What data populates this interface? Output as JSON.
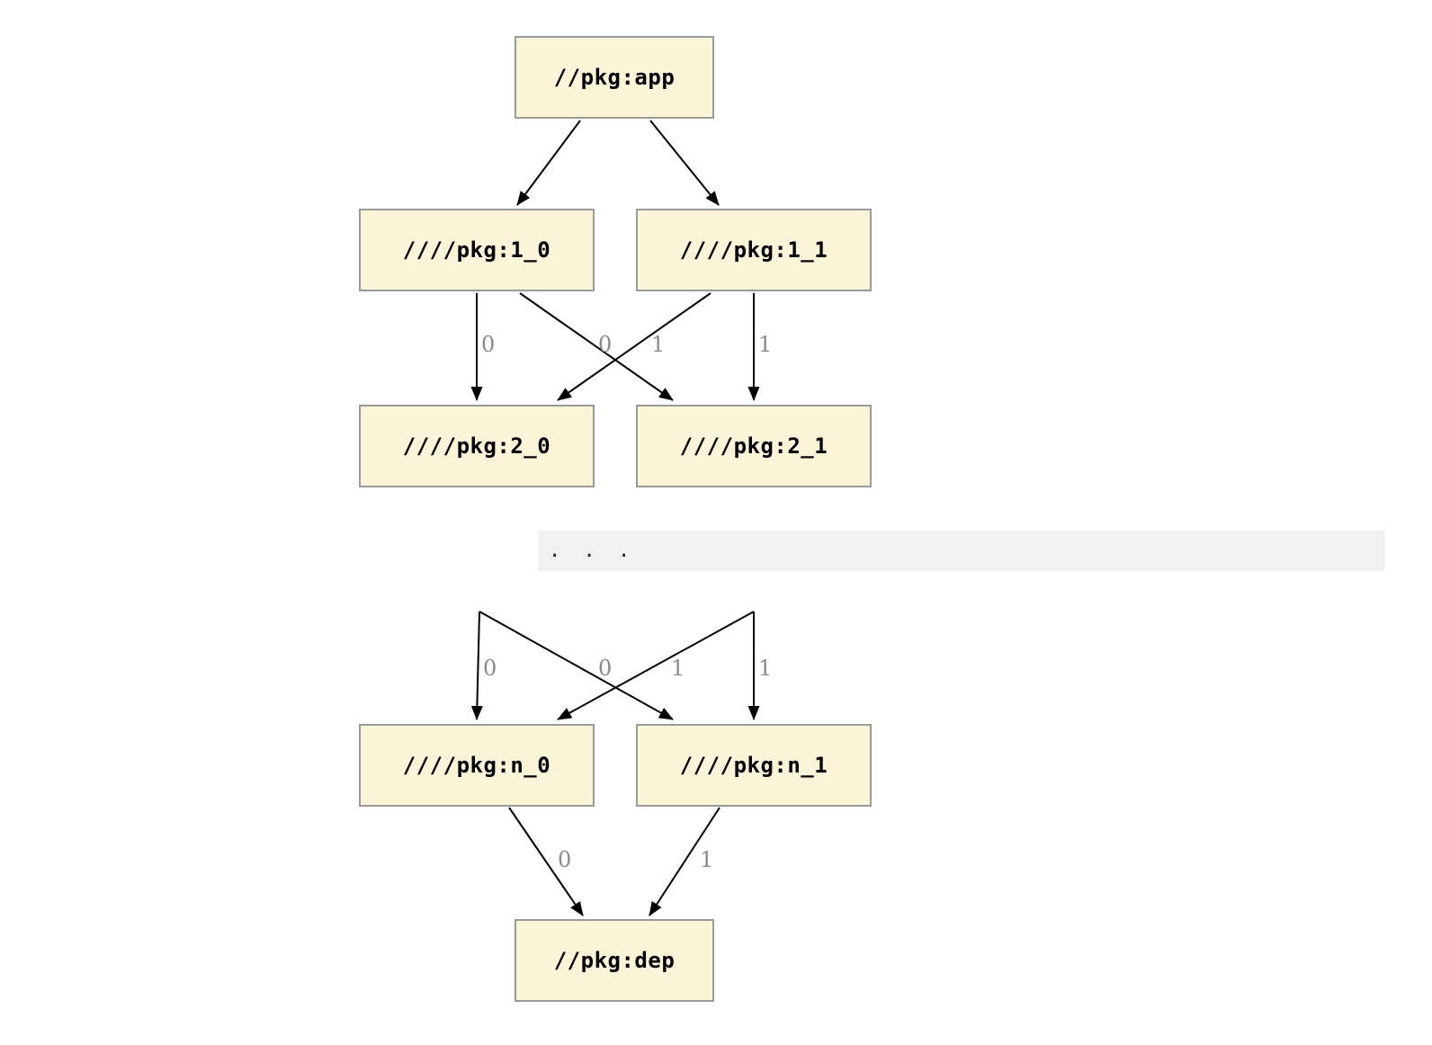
{
  "diagram": {
    "nodes": {
      "app": {
        "label": "//pkg:app"
      },
      "pkg1_0": {
        "label": "////pkg:1_0"
      },
      "pkg1_1": {
        "label": "////pkg:1_1"
      },
      "pkg2_0": {
        "label": "////pkg:2_0"
      },
      "pkg2_1": {
        "label": "////pkg:2_1"
      },
      "pkgn_0": {
        "label": "////pkg:n_0"
      },
      "pkgn_1": {
        "label": "////pkg:n_1"
      },
      "dep": {
        "label": "//pkg:dep"
      }
    },
    "ellipsis": ". . .",
    "edge_labels": {
      "l1_0_to_2_0": "0",
      "l1_1_to_2_0": "0",
      "l1_0_to_2_1": "1",
      "l1_1_to_2_1": "1",
      "ln_0_straight": "0",
      "ln_0_cross": "0",
      "ln_1_cross": "1",
      "ln_1_straight": "1",
      "ln_0_to_dep": "0",
      "ln_1_to_dep": "1"
    },
    "colors": {
      "node_fill": "#fbf4d9",
      "node_border": "#9a9a9a",
      "edge_color": "#000000",
      "edge_label_color": "#8a8a8a",
      "band_fill": "#f1f1f1",
      "text_color": "#000000"
    }
  }
}
